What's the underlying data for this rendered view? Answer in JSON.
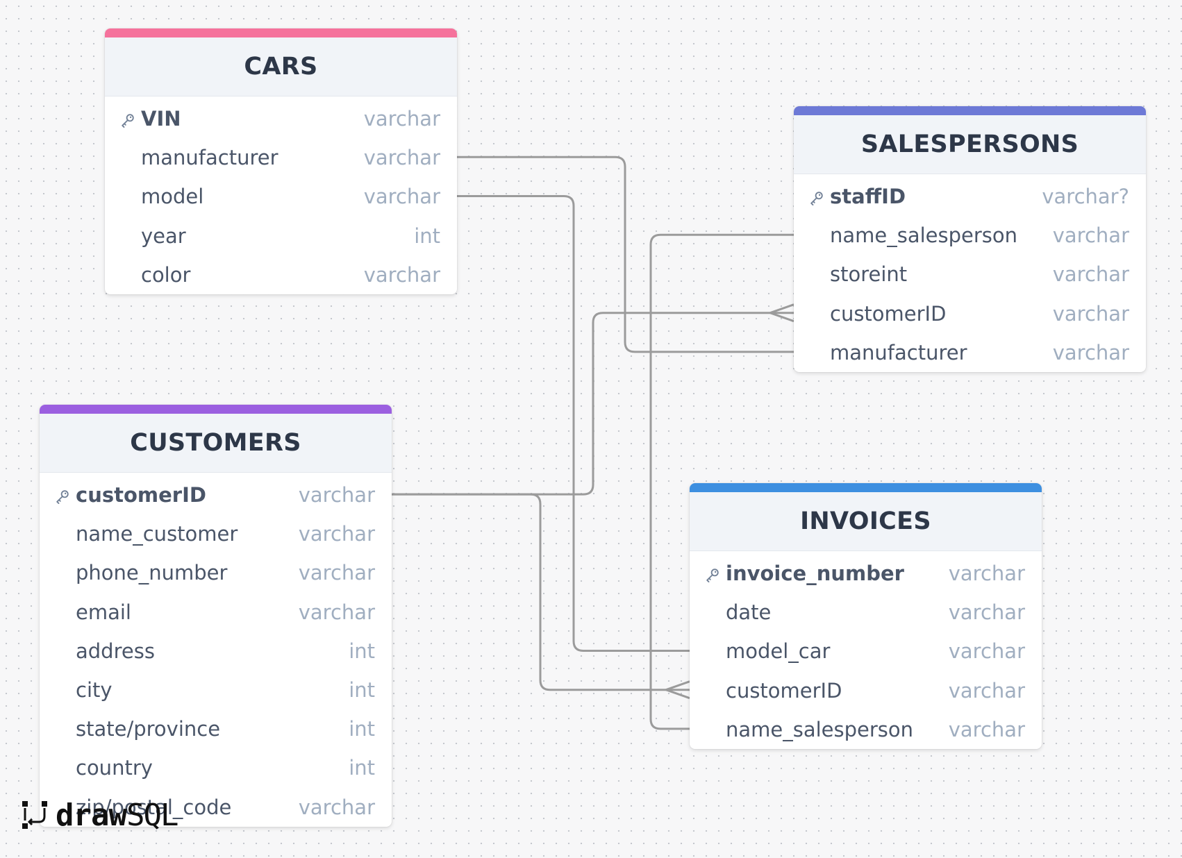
{
  "tables": [
    {
      "name": "CARS",
      "accent": "#f5729c",
      "fields": [
        {
          "name": "VIN",
          "type": "varchar",
          "pk": true
        },
        {
          "name": "manufacturer",
          "type": "varchar",
          "pk": false
        },
        {
          "name": "model",
          "type": "varchar",
          "pk": false
        },
        {
          "name": "year",
          "type": "int",
          "pk": false
        },
        {
          "name": "color",
          "type": "varchar",
          "pk": false
        }
      ]
    },
    {
      "name": "SALESPERSONS",
      "accent": "#6d79d6",
      "fields": [
        {
          "name": "staffID",
          "type": "varchar?",
          "pk": true
        },
        {
          "name": "name_salesperson",
          "type": "varchar",
          "pk": false
        },
        {
          "name": "storeint",
          "type": "varchar",
          "pk": false
        },
        {
          "name": "customerID",
          "type": "varchar",
          "pk": false
        },
        {
          "name": "manufacturer",
          "type": "varchar",
          "pk": false
        }
      ]
    },
    {
      "name": "CUSTOMERS",
      "accent": "#9b5fe0",
      "fields": [
        {
          "name": "customerID",
          "type": "varchar",
          "pk": true
        },
        {
          "name": "name_customer",
          "type": "varchar",
          "pk": false
        },
        {
          "name": "phone_number",
          "type": "varchar",
          "pk": false
        },
        {
          "name": "email",
          "type": "varchar",
          "pk": false
        },
        {
          "name": "address",
          "type": "int",
          "pk": false
        },
        {
          "name": "city",
          "type": "int",
          "pk": false
        },
        {
          "name": "state/province",
          "type": "int",
          "pk": false
        },
        {
          "name": "country",
          "type": "int",
          "pk": false
        },
        {
          "name": "zip/postal_code",
          "type": "varchar",
          "pk": false
        }
      ]
    },
    {
      "name": "INVOICES",
      "accent": "#3d8fe0",
      "fields": [
        {
          "name": "invoice_number",
          "type": "varchar",
          "pk": true
        },
        {
          "name": "date",
          "type": "varchar",
          "pk": false
        },
        {
          "name": "model_car",
          "type": "varchar",
          "pk": false
        },
        {
          "name": "customerID",
          "type": "varchar",
          "pk": false
        },
        {
          "name": "name_salesperson",
          "type": "varchar",
          "pk": false
        }
      ]
    }
  ],
  "relations": [
    {
      "from": "CARS.manufacturer",
      "to": "SALESPERSONS.manufacturer",
      "end": "one"
    },
    {
      "from": "CARS.model",
      "to": "INVOICES.model_car",
      "end": "one"
    },
    {
      "from": "CUSTOMERS.customerID",
      "to": "SALESPERSONS.customerID",
      "end": "many"
    },
    {
      "from": "CUSTOMERS.customerID",
      "to": "INVOICES.customerID",
      "end": "many"
    },
    {
      "from": "SALESPERSONS.name_salesperson",
      "to": "INVOICES.name_salesperson",
      "end": "one"
    }
  ],
  "colors": {
    "line": "#9b9b9b",
    "text": "#4a5568",
    "type_text": "#a0aec0",
    "header_bg": "#f1f4f8"
  },
  "icons": {
    "key": "key-icon"
  },
  "logo": {
    "word_bold": "draw",
    "word_light": "SQL"
  }
}
